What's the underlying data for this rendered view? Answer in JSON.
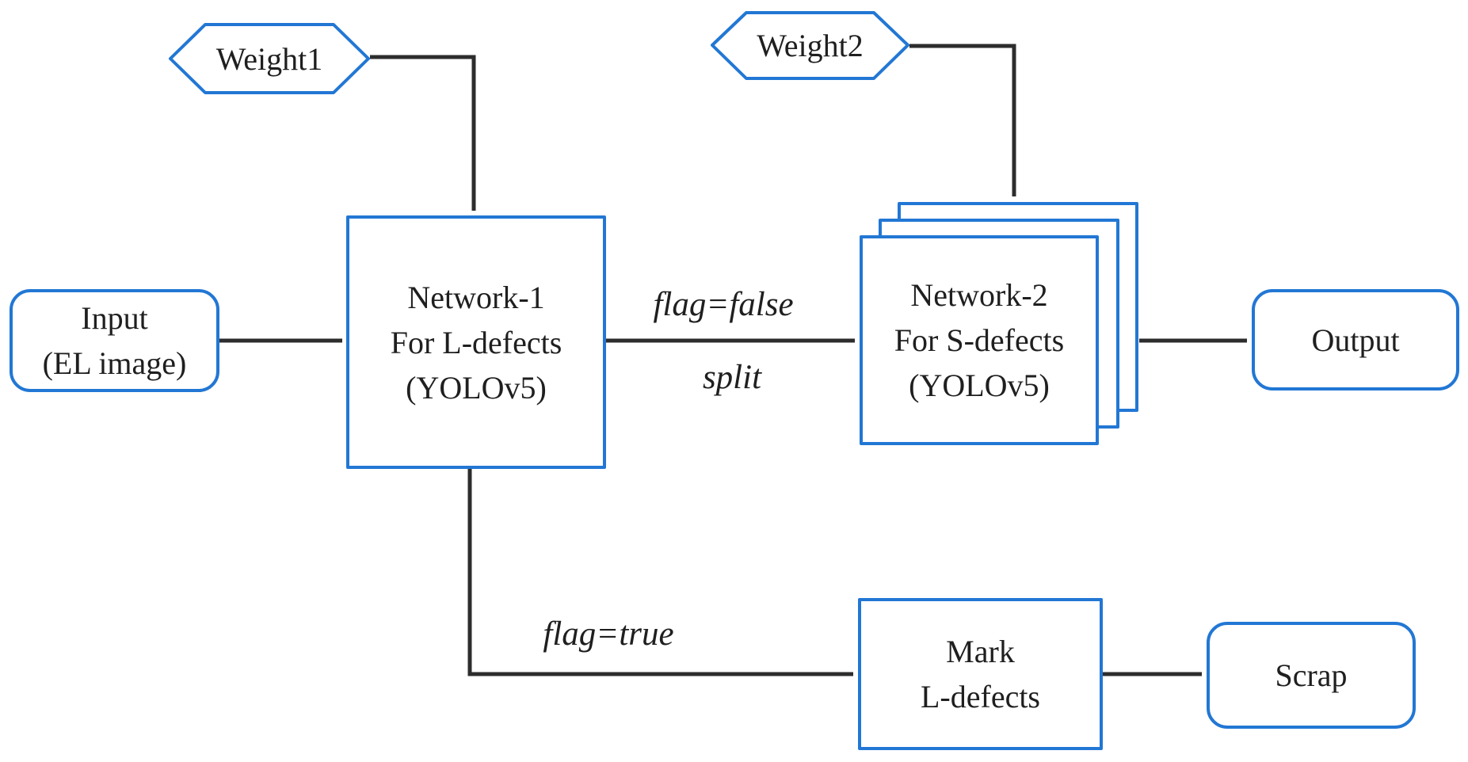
{
  "diagram": {
    "nodes": {
      "weight1": {
        "label": "Weight1"
      },
      "weight2": {
        "label": "Weight2"
      },
      "input": {
        "line1": "Input",
        "line2": "(EL image)"
      },
      "network1": {
        "line1": "Network-1",
        "line2": "For L-defects",
        "line3": "(YOLOv5)"
      },
      "network2": {
        "line1": "Network-2",
        "line2": "For S-defects",
        "line3": "(YOLOv5)"
      },
      "output": {
        "label": "Output"
      },
      "mark": {
        "line1": "Mark",
        "line2": "L-defects"
      },
      "scrap": {
        "label": "Scrap"
      }
    },
    "edge_labels": {
      "flag_false": "flag=false",
      "split": "split",
      "flag_true": "flag=true"
    },
    "colors": {
      "node_border": "#2277d4",
      "connector": "#2d2d2d",
      "text": "#1f1f1f",
      "background": "#ffffff"
    }
  }
}
